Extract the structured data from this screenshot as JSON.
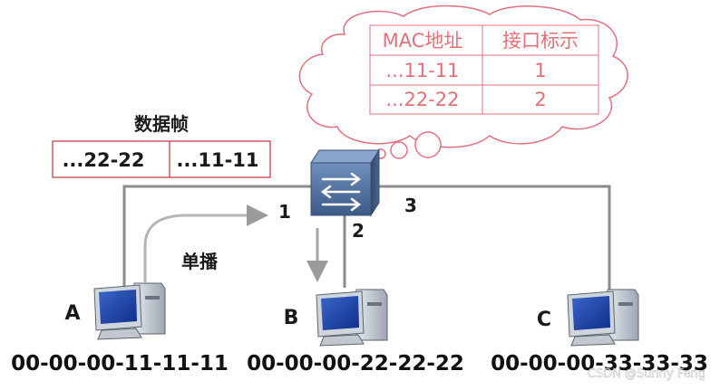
{
  "frame": {
    "title": "数据帧",
    "dst": "...22-22",
    "src": "...11-11"
  },
  "mac_table": {
    "headers": [
      "MAC地址",
      "接口标示"
    ],
    "rows": [
      {
        "mac": "...11-11",
        "port": "1"
      },
      {
        "mac": "...22-22",
        "port": "2"
      }
    ]
  },
  "ports": [
    "1",
    "2",
    "3"
  ],
  "unicast_label": "单播",
  "hosts": [
    {
      "label": "A",
      "mac": "00-00-00-11-11-11"
    },
    {
      "label": "B",
      "mac": "00-00-00-22-22-22"
    },
    {
      "label": "C",
      "mac": "00-00-00-33-33-33"
    }
  ],
  "watermark": "CSDN @Sunny Feng",
  "colors": {
    "link": "#8c8c8c",
    "cloud_stroke": "#e07080",
    "cloud_text": "#e0707a",
    "frame_box": "#c0303a",
    "switch_body": "#4a6080",
    "switch_face": "#5a7aa8"
  }
}
